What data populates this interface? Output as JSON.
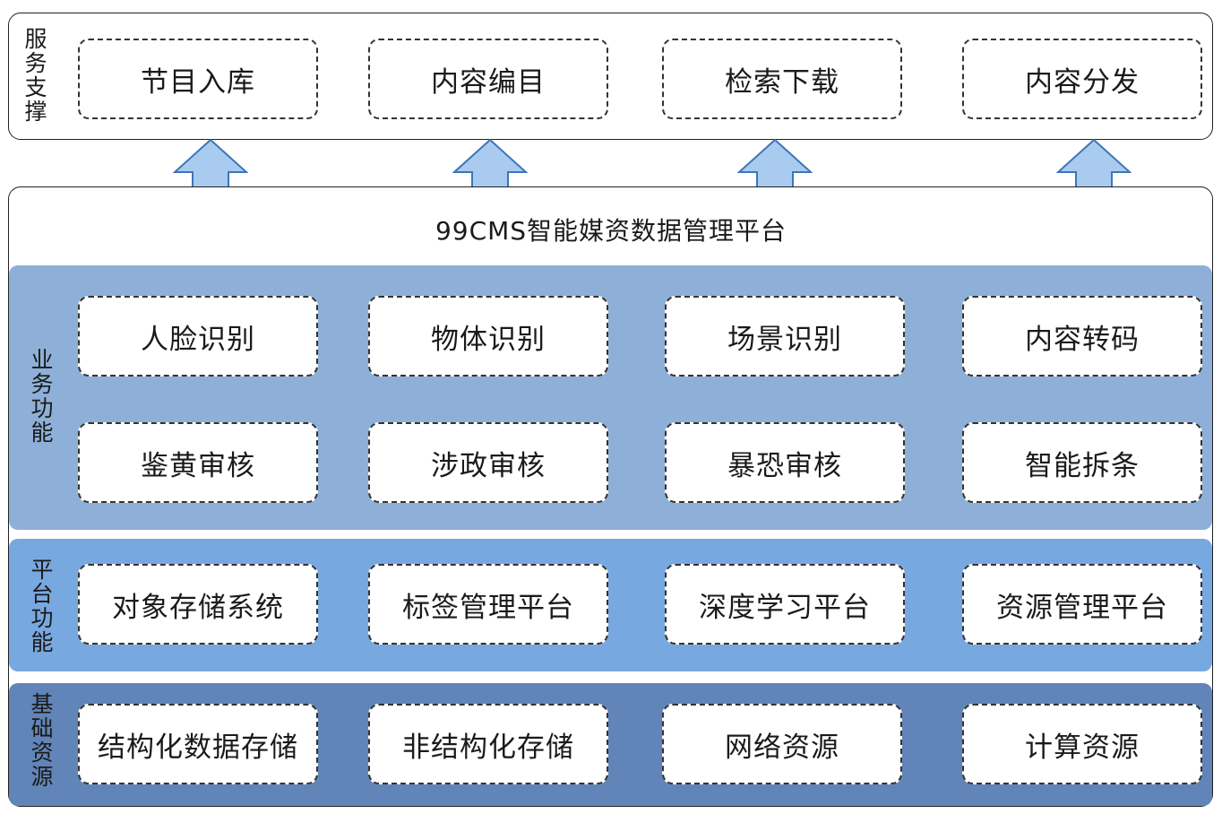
{
  "service_support": {
    "label": "服\n务\n支\n撑",
    "items": [
      "节目入库",
      "内容编目",
      "检索下载",
      "内容分发"
    ]
  },
  "platform": {
    "title": "99CMS智能媒资数据管理平台"
  },
  "business_functions": {
    "label": "业\n务\n功\n能",
    "row1": [
      "人脸识别",
      "物体识别",
      "场景识别",
      "内容转码"
    ],
    "row2": [
      "鉴黄审核",
      "涉政审核",
      "暴恐审核",
      "智能拆条"
    ]
  },
  "platform_functions": {
    "label": "平\n台\n功\n能",
    "items": [
      "对象存储系统",
      "标签管理平台",
      "深度学习平台",
      "资源管理平台"
    ]
  },
  "infrastructure": {
    "label": "基\n础\n资\n源",
    "items": [
      "结构化数据存储",
      "非结构化存储",
      "网络资源",
      "计算资源"
    ]
  },
  "colors": {
    "business_band": "#8eb0d8",
    "platform_band": "#78a8e0",
    "infrastructure_band": "#6185b8",
    "arrow_fill": "#a9cbef",
    "arrow_stroke": "#3d76b8"
  }
}
